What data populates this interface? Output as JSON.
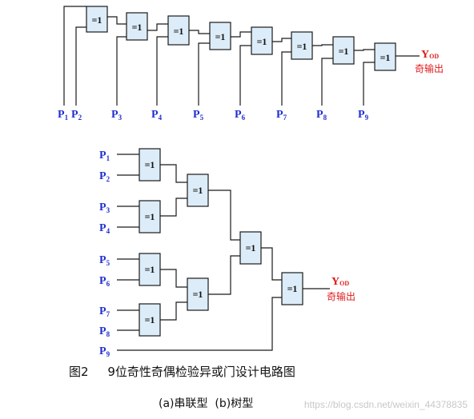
{
  "gate_symbol": "=1",
  "inputs": {
    "p1": "P",
    "p1_sub": "1",
    "p2": "P",
    "p2_sub": "2",
    "p3": "P",
    "p3_sub": "3",
    "p4": "P",
    "p4_sub": "4",
    "p5": "P",
    "p5_sub": "5",
    "p6": "P",
    "p6_sub": "6",
    "p7": "P",
    "p7_sub": "7",
    "p8": "P",
    "p8_sub": "8",
    "p9": "P",
    "p9_sub": "9"
  },
  "output": {
    "main": "Y",
    "sub": "OD",
    "label": "奇输出"
  },
  "caption": {
    "title": "图2     9位奇性奇偶检验异或门设计电路图",
    "subtitle": "(a)串联型  (b)树型"
  },
  "watermark": "https://blog.csdn.net/weixin_44378835",
  "colors": {
    "input_label": "#1f2fd0",
    "output_label": "#e01a1a",
    "gate_fill": "#dcecf8"
  }
}
